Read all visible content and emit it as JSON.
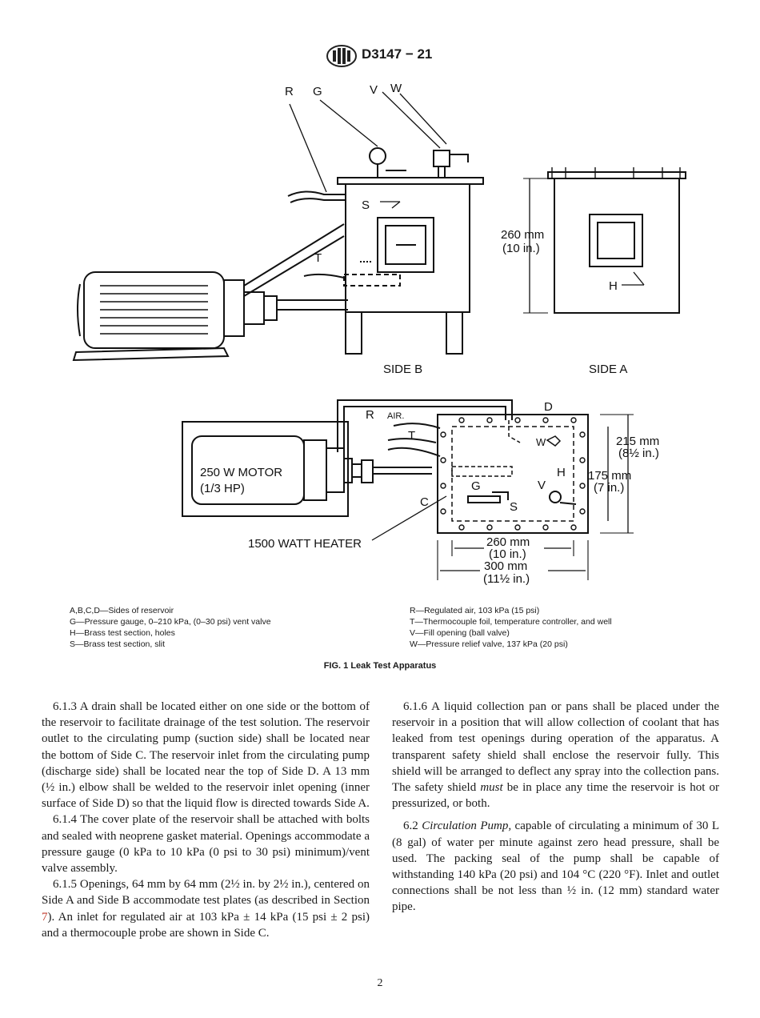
{
  "header": {
    "logo": "astm-logo-icon",
    "doc_id": "D3147 − 21"
  },
  "figure": {
    "labels": {
      "r": "R",
      "g": "G",
      "v": "V",
      "w": "W",
      "s": "S",
      "t": "T",
      "h": "H",
      "d": "D",
      "c": "C",
      "air": "AIR.",
      "dim_260": "260 mm",
      "dim_260_in": "(10 in.)",
      "side_b": "SIDE B",
      "side_a": "SIDE A",
      "motor_1": "250 W MOTOR",
      "motor_2": "(1/3 HP)",
      "heater": "1500 WATT HEATER",
      "dim_215": "215 mm",
      "dim_215_in": "(8½ in.)",
      "dim_175": "175 mm",
      "dim_175_in": "(7 in.)",
      "dim_260b": "260 mm",
      "dim_260b_in": "(10 in.)",
      "dim_300": "300 mm",
      "dim_300_in": "(11½ in.)"
    }
  },
  "legend": {
    "left": [
      "A,B,C,D—Sides of reservoir",
      "G—Pressure gauge, 0–210 kPa, (0–30 psi) vent valve",
      "H—Brass test section, holes",
      "S—Brass test section, slit"
    ],
    "right": [
      "R—Regulated air, 103 kPa (15 psi)",
      "T—Thermocouple foil, temperature controller, and well",
      "V—Fill opening (ball valve)",
      "W—Pressure relief valve, 137 kPa (20 psi)"
    ]
  },
  "caption": "FIG. 1 Leak Test Apparatus",
  "body": {
    "p613": "6.1.3 A drain shall be located either on one side or the bottom of the reservoir to facilitate drainage of the test solution. The reservoir outlet to the circulating pump (suction side) shall be located near the bottom of Side C. The reservoir inlet from the circulating pump (discharge side) shall be located near the top of Side D. A 13 mm (½ in.) elbow shall be welded to the reservoir inlet opening (inner surface of Side D) so that the liquid flow is directed towards Side A.",
    "p614": "6.1.4 The cover plate of the reservoir shall be attached with bolts and sealed with neoprene gasket material. Openings accommodate a pressure gauge (0 kPa to 10 kPa (0 psi to 30 psi) minimum)/vent valve assembly.",
    "p615_a": "6.1.5 Openings, 64 mm by 64 mm (2½ in. by 2½ in.), centered on Side A and Side B accommodate test plates (as described in Section ",
    "p615_ref": "7",
    "p615_b": "). An inlet for regulated air at 103 kPa ± 14 kPa (15 psi ± 2 psi) and a thermocouple probe are shown in Side C.",
    "p616_a": "6.1.6 A liquid collection pan or pans shall be placed under the reservoir in a position that will allow collection of coolant that has leaked from test openings during operation of the apparatus. A transparent safety shield shall enclose the reservoir fully. This shield will be arranged to deflect any spray into the collection pans. The safety shield ",
    "p616_em": "must",
    "p616_b": " be in place any time the reservoir is hot or pressurized, or both.",
    "p62_num": "6.2 ",
    "p62_em": "Circulation Pump,",
    "p62_b": " capable of circulating a minimum of 30 L (8 gal) of water per minute against zero head pressure, shall be used. The packing seal of the pump shall be capable of withstanding 140 kPa (20 psi) and 104 °C (220 °F). Inlet and outlet connections shall be not less than ½ in. (12 mm) standard water pipe."
  },
  "page_number": "2"
}
